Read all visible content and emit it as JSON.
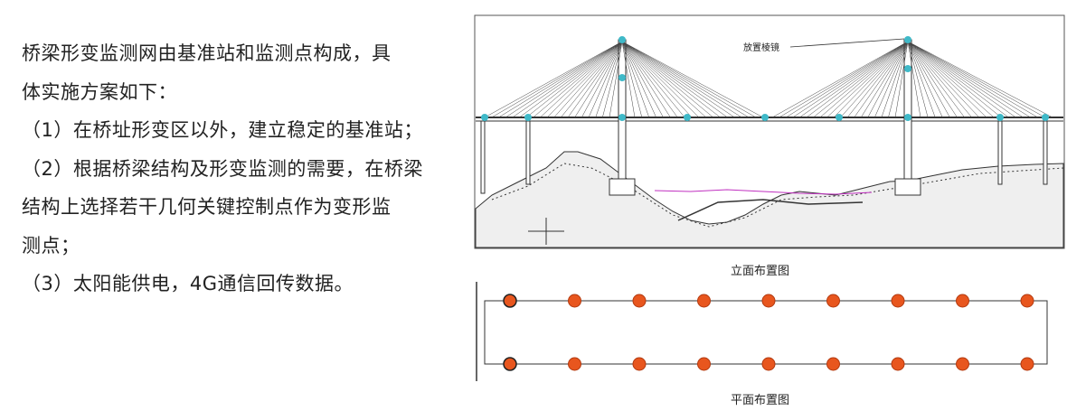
{
  "text": {
    "lines": [
      "桥梁形变监测网由基准站和监测点构成，具",
      "体实施方案如下：",
      "（1）在桥址形变区以外，建立稳定的基准站；",
      "（2）根据桥梁结构及形变监测的需要，在桥梁",
      "结构上选择若干几何关键控制点作为变形监",
      "测点；",
      "（3）太阳能供电，4G通信回传数据。"
    ]
  },
  "figure": {
    "prism_label": "放置棱镜",
    "elevation_caption": "立面布置图",
    "plan_caption": "平面布置图",
    "plan_points_per_row": 9,
    "colors": {
      "monitor_point": "#e8561e",
      "prism_point": "#3fb9c8",
      "annotation": "#c030c0"
    }
  }
}
